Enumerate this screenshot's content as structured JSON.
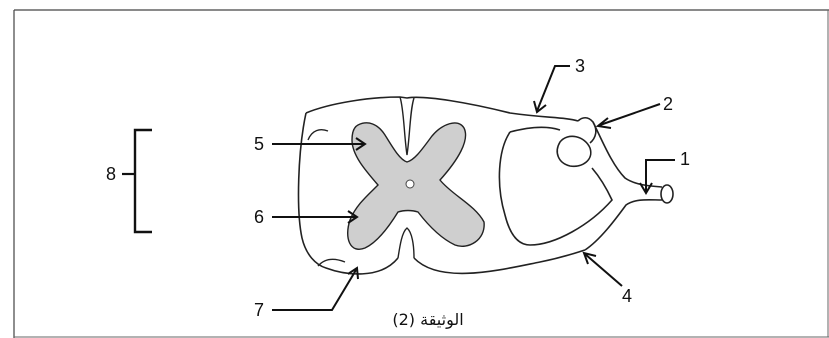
{
  "caption": "الوثيقة (2)",
  "labels": {
    "l1": "1",
    "l2": "2",
    "l3": "3",
    "l4": "4",
    "l5": "5",
    "l6": "6",
    "l7": "7",
    "l8": "8"
  },
  "colors": {
    "grey_matter": "#cfcfcf",
    "outline": "#222222",
    "frame": "#444444"
  }
}
